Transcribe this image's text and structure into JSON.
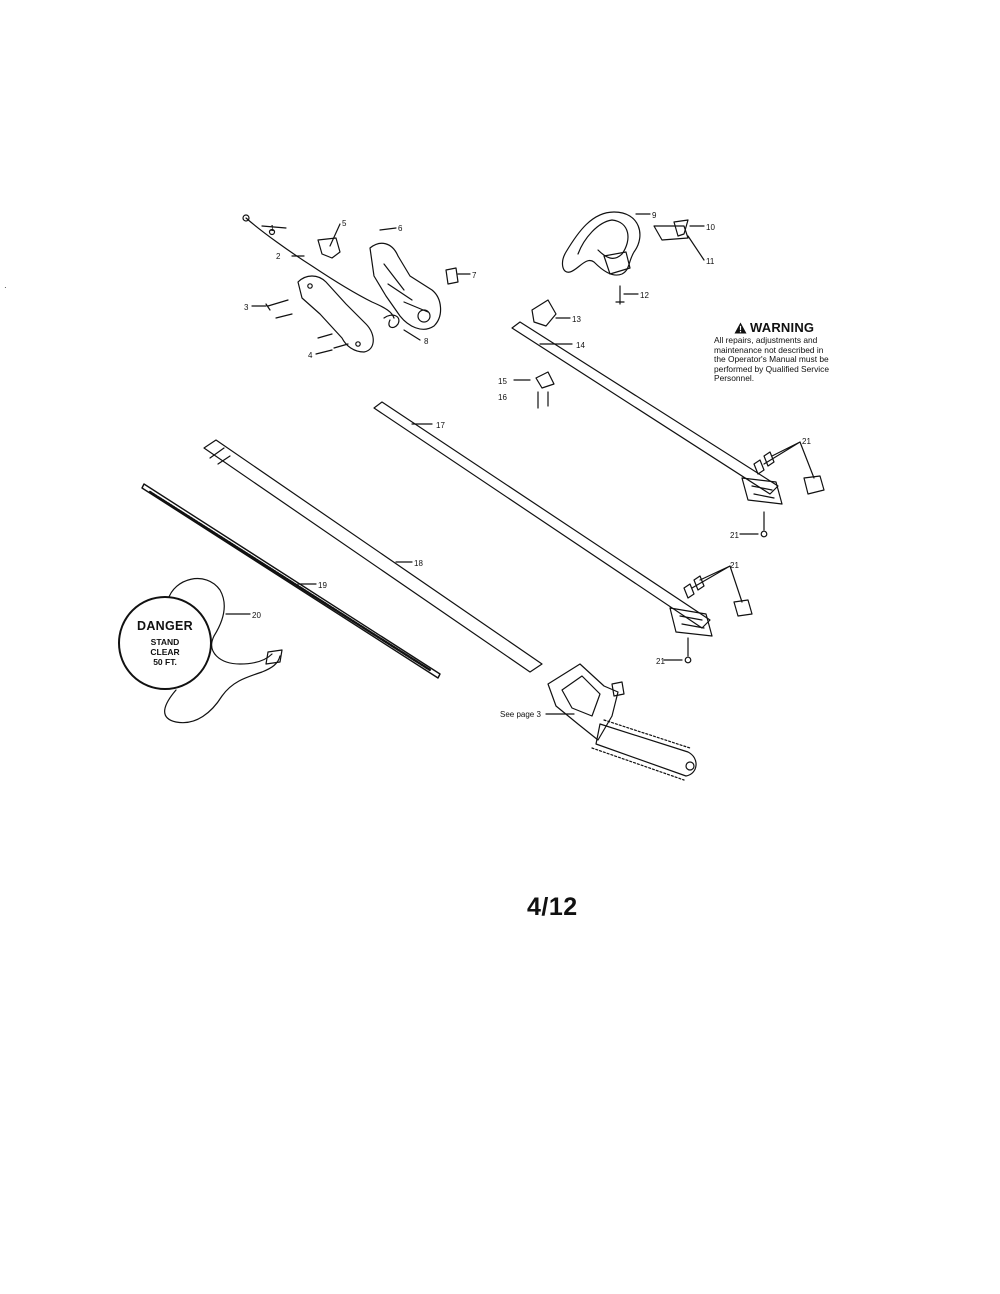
{
  "callouts": {
    "c1": "1",
    "c2": "2",
    "c3": "3",
    "c4": "4",
    "c5": "5",
    "c6": "6",
    "c7": "7",
    "c8": "8",
    "c9": "9",
    "c10": "10",
    "c11": "11",
    "c12": "12",
    "c13": "13",
    "c14": "14",
    "c15": "15",
    "c16": "16",
    "c17": "17",
    "c18": "18",
    "c19": "19",
    "c20": "20",
    "c21": "21",
    "see_page": "See page 3"
  },
  "warning": {
    "title": "WARNING",
    "lines": [
      "All repairs, adjustments and",
      "maintenance not described in",
      "the Operator's Manual must be",
      "performed by Qualified Service",
      "Personnel."
    ]
  },
  "danger": {
    "title": "DANGER",
    "lines": [
      "STAND",
      "CLEAR",
      "50 FT."
    ]
  },
  "page_number": "4/12",
  "colors": {
    "ink": "#111111",
    "paper": "#ffffff"
  },
  "icons": {
    "warning": "warning-triangle-icon"
  }
}
